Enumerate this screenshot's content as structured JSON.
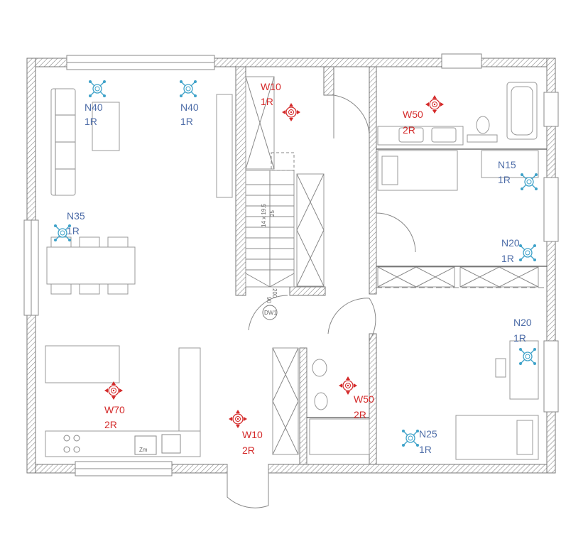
{
  "colors": {
    "cold_label": "#4e6da8",
    "cold_icon": "#3ea2c9",
    "warm": "#d42a2a",
    "wall": "#777777"
  },
  "annotations": {
    "stair_size": "14 x 19.5",
    "stair_step": "25",
    "door_width": "90",
    "door_height": "200",
    "door_tag": "DW1",
    "oven_tag": "Zm"
  },
  "outlets": [
    {
      "code": "N40",
      "rooms": "1R",
      "kind": "cold",
      "icon": "cold-diffuser-icon"
    },
    {
      "code": "N40",
      "rooms": "1R",
      "kind": "cold",
      "icon": "cold-diffuser-icon"
    },
    {
      "code": "W10",
      "rooms": "1R",
      "kind": "warm",
      "icon": "warm-diffuser-icon"
    },
    {
      "code": "W50",
      "rooms": "2R",
      "kind": "warm",
      "icon": "warm-diffuser-icon"
    },
    {
      "code": "N15",
      "rooms": "1R",
      "kind": "cold",
      "icon": "cold-diffuser-icon"
    },
    {
      "code": "N35",
      "rooms": "1R",
      "kind": "cold",
      "icon": "cold-diffuser-icon"
    },
    {
      "code": "N20",
      "rooms": "1R",
      "kind": "cold",
      "icon": "cold-diffuser-icon"
    },
    {
      "code": "N20",
      "rooms": "1R",
      "kind": "cold",
      "icon": "cold-diffuser-icon"
    },
    {
      "code": "W70",
      "rooms": "2R",
      "kind": "warm",
      "icon": "warm-diffuser-icon"
    },
    {
      "code": "W10",
      "rooms": "2R",
      "kind": "warm",
      "icon": "warm-diffuser-icon"
    },
    {
      "code": "W50",
      "rooms": "2R",
      "kind": "warm",
      "icon": "warm-diffuser-icon"
    },
    {
      "code": "N25",
      "rooms": "1R",
      "kind": "cold",
      "icon": "cold-diffuser-icon"
    }
  ]
}
